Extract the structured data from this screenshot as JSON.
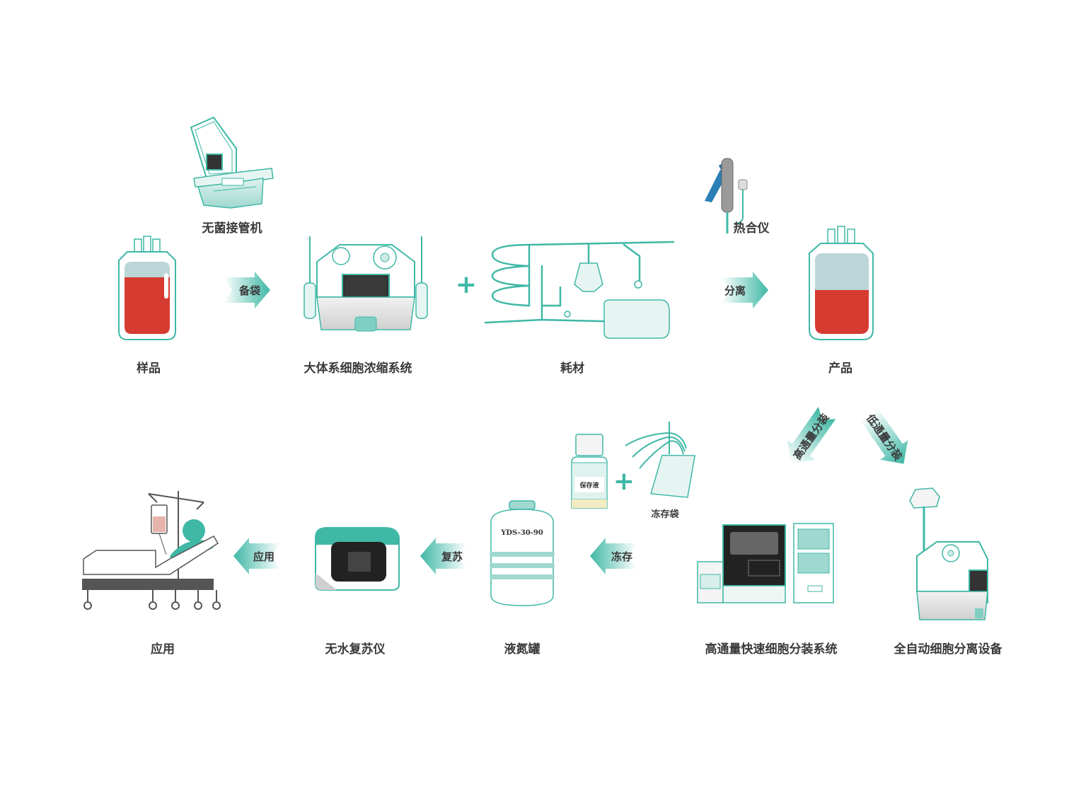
{
  "colors": {
    "teal": "#3fb8a6",
    "red": "#d63b32",
    "gray": "#555555"
  },
  "nodes": {
    "sterile_welder": "无菌接管机",
    "sample": "样品",
    "concentrator": "大体系细胞浓缩系统",
    "consumables": "耗材",
    "heat_sealer": "热合仪",
    "product": "产品",
    "high_throughput": "高通量快速细胞分装系统",
    "auto_separator": "全自动细胞分离设备",
    "freeze_bag": "冻存袋",
    "preservation_liquid": "保存液",
    "ln_tank": "液氮罐",
    "tank_model": "YDS-30-90",
    "thawer": "无水复苏仪",
    "application": "应用"
  },
  "arrows": {
    "prep_bag": "备袋",
    "separate": "分离",
    "high_split": "高通量分装",
    "low_split": "低通量分装",
    "freeze": "冻存",
    "thaw": "复苏",
    "apply": "应用"
  },
  "plus_sign": "+"
}
